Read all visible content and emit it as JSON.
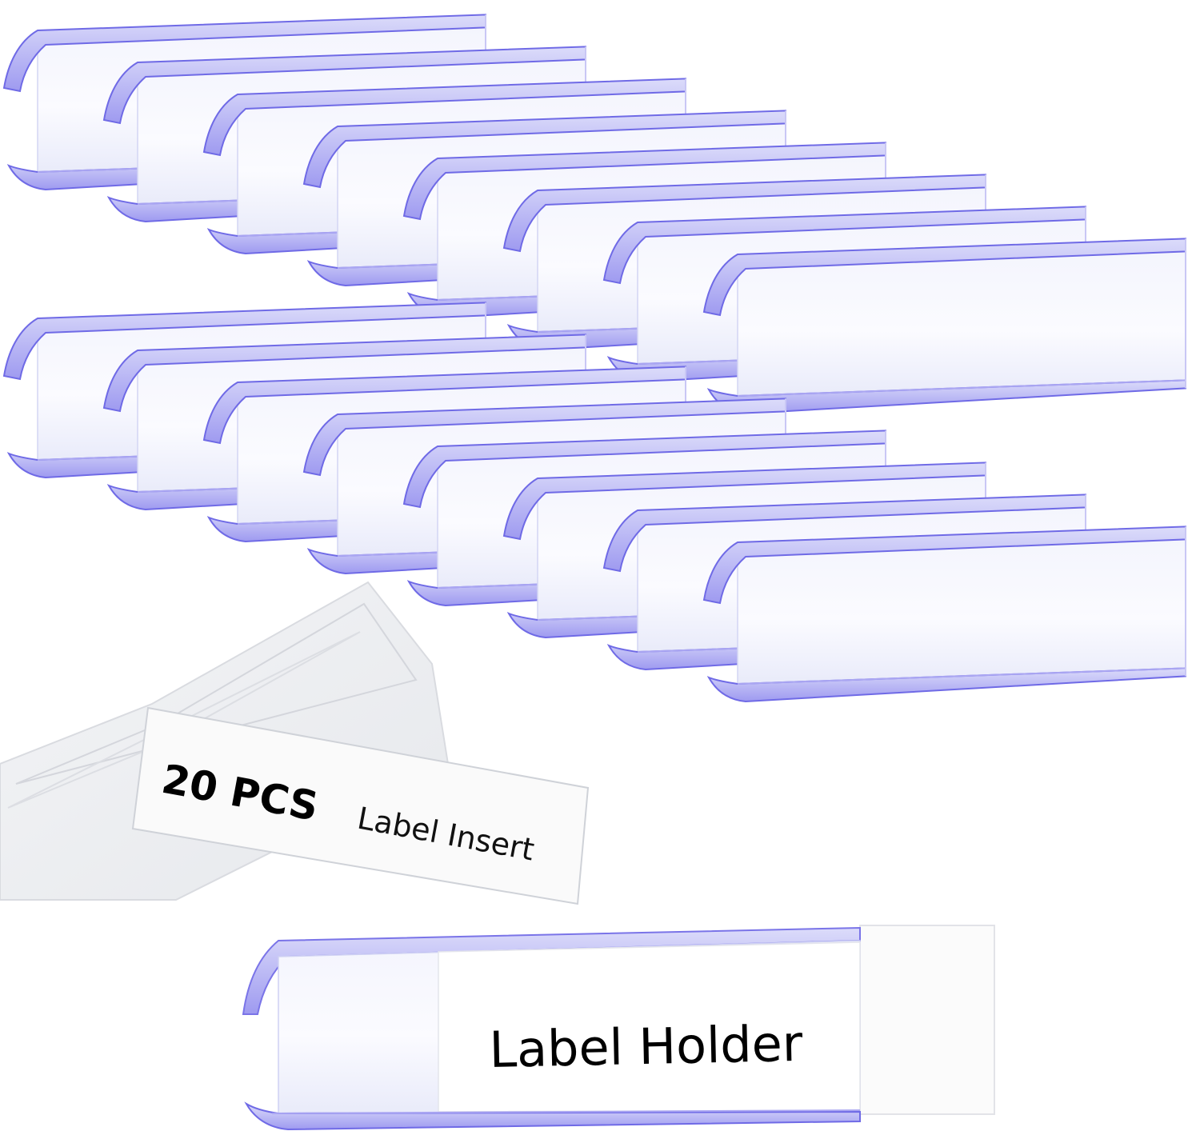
{
  "product": {
    "insert_count_label": "20 PCS",
    "insert_label": "Label Insert",
    "holder_label": "Label Holder"
  },
  "holders": {
    "rows": 2,
    "per_row": 8,
    "edge_color": "#6f6ae6",
    "body_color": "#eef0fb"
  }
}
